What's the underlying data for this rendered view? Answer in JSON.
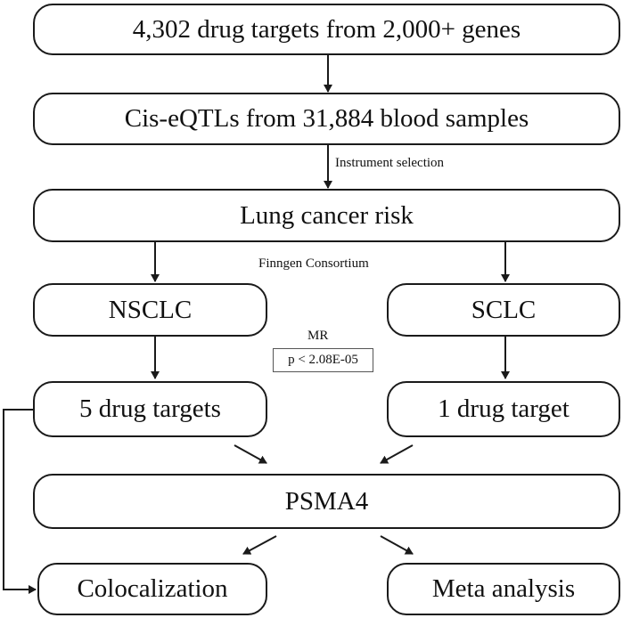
{
  "nodes": {
    "drug_targets": "4,302 drug targets from 2,000+ genes",
    "cis_eqtls": "Cis-eQTLs from 31,884 blood samples",
    "lung_cancer_risk": "Lung cancer risk",
    "nsclc": "NSCLC",
    "sclc": "SCLC",
    "five_targets": "5 drug targets",
    "one_target": "1 drug target",
    "psma4": "PSMA4",
    "colocalization": "Colocalization",
    "meta_analysis": "Meta analysis"
  },
  "annotations": {
    "instrument_selection": "Instrument selection",
    "finngen": "Finngen Consortium",
    "mr_label": "MR",
    "mr_threshold": "p < 2.08E-05"
  },
  "colors": {
    "line": "#1a1a1a"
  }
}
